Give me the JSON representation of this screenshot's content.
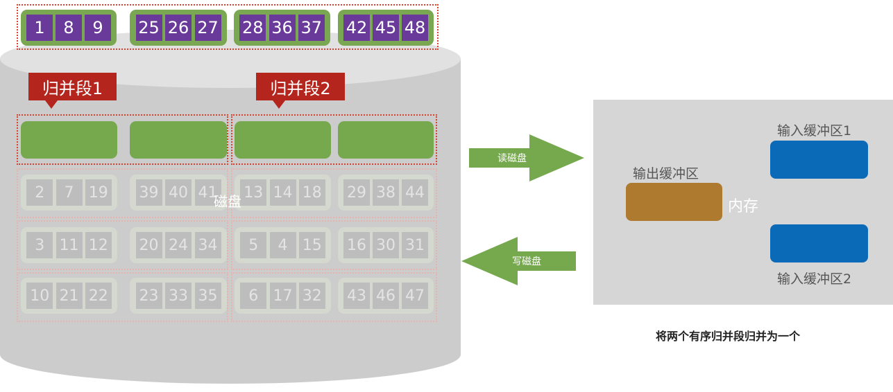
{
  "top_runs": [
    {
      "values": [
        "1",
        "8",
        "9"
      ]
    },
    {
      "values": [
        "25",
        "26",
        "27"
      ]
    },
    {
      "values": [
        "28",
        "36",
        "37"
      ]
    },
    {
      "values": [
        "42",
        "45",
        "48"
      ]
    }
  ],
  "merge_segments": [
    "归并段1",
    "归并段2"
  ],
  "disk_label": "磁盘",
  "disk_rows": [
    [
      [
        "2",
        "7",
        "19"
      ],
      [
        "39",
        "40",
        "41"
      ],
      [
        "13",
        "14",
        "18"
      ],
      [
        "29",
        "38",
        "44"
      ]
    ],
    [
      [
        "3",
        "11",
        "12"
      ],
      [
        "20",
        "24",
        "34"
      ],
      [
        "5",
        "4",
        "15"
      ],
      [
        "16",
        "30",
        "31"
      ]
    ],
    [
      [
        "10",
        "21",
        "22"
      ],
      [
        "23",
        "33",
        "35"
      ],
      [
        "6",
        "17",
        "32"
      ],
      [
        "43",
        "46",
        "47"
      ]
    ]
  ],
  "arrows": {
    "read": "读磁盘",
    "write": "写磁盘"
  },
  "memory": {
    "label": "内存",
    "output_buffer": "输出缓冲区",
    "input_buffer_1": "输入缓冲区1",
    "input_buffer_2": "输入缓冲区2"
  },
  "caption": "将两个有序归并段归并为一个",
  "colors": {
    "green": "#76a84d",
    "purple": "#6a3a9a",
    "red": "#b3251d",
    "blue": "#0a6ab8",
    "brown": "#ae7a2f"
  }
}
